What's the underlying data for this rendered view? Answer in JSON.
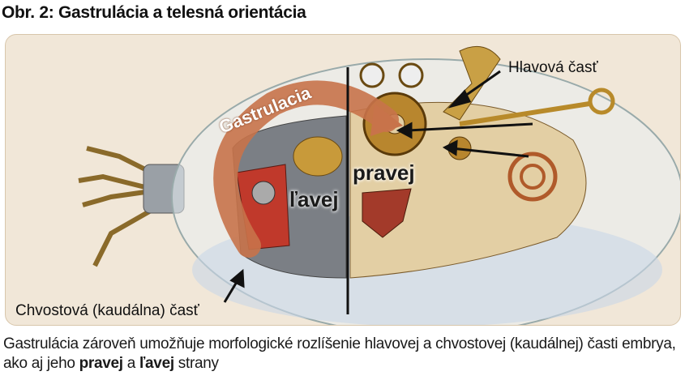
{
  "title": "Obr. 2: Gastrulácia a telesná orientácia",
  "figure": {
    "arrow_label": "Gastrulacia",
    "head_label": "Hlavová časť",
    "tail_label": "Chvostová (kaudálna) časť",
    "right_label": "pravej",
    "left_label": "ľavej"
  },
  "caption": {
    "part1": "Gastrulácia zároveň umožňuje morfologické rozlíšenie hlavovej a chvostovej (kaudálnej) časti embrya, ako aj jeho ",
    "bold1": "pravej",
    "mid": " a ",
    "bold2": "ľavej",
    "end": " strany"
  }
}
